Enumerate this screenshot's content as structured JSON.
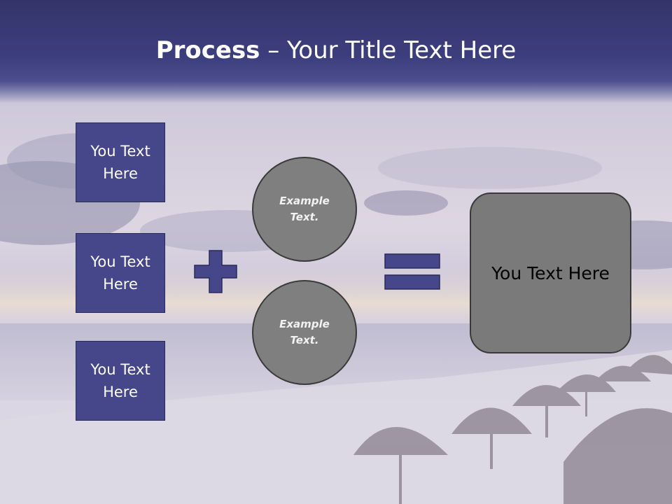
{
  "header": {
    "title_bold": "Process",
    "title_rest": " – Your Title Text Here"
  },
  "boxes": [
    {
      "label": "You Text Here"
    },
    {
      "label": "You Text Here"
    },
    {
      "label": "You Text Here"
    }
  ],
  "circles": [
    {
      "label": "Example Text."
    },
    {
      "label": "Example Text."
    }
  ],
  "result": {
    "label": "You Text Here"
  },
  "colors": {
    "header": "#3d3e7d",
    "box_fill": "#46468a",
    "circle_fill": "#7f7f7f",
    "result_fill": "#7a7a7a"
  },
  "icons": {
    "plus": "plus-icon",
    "equals": "equals-icon"
  }
}
